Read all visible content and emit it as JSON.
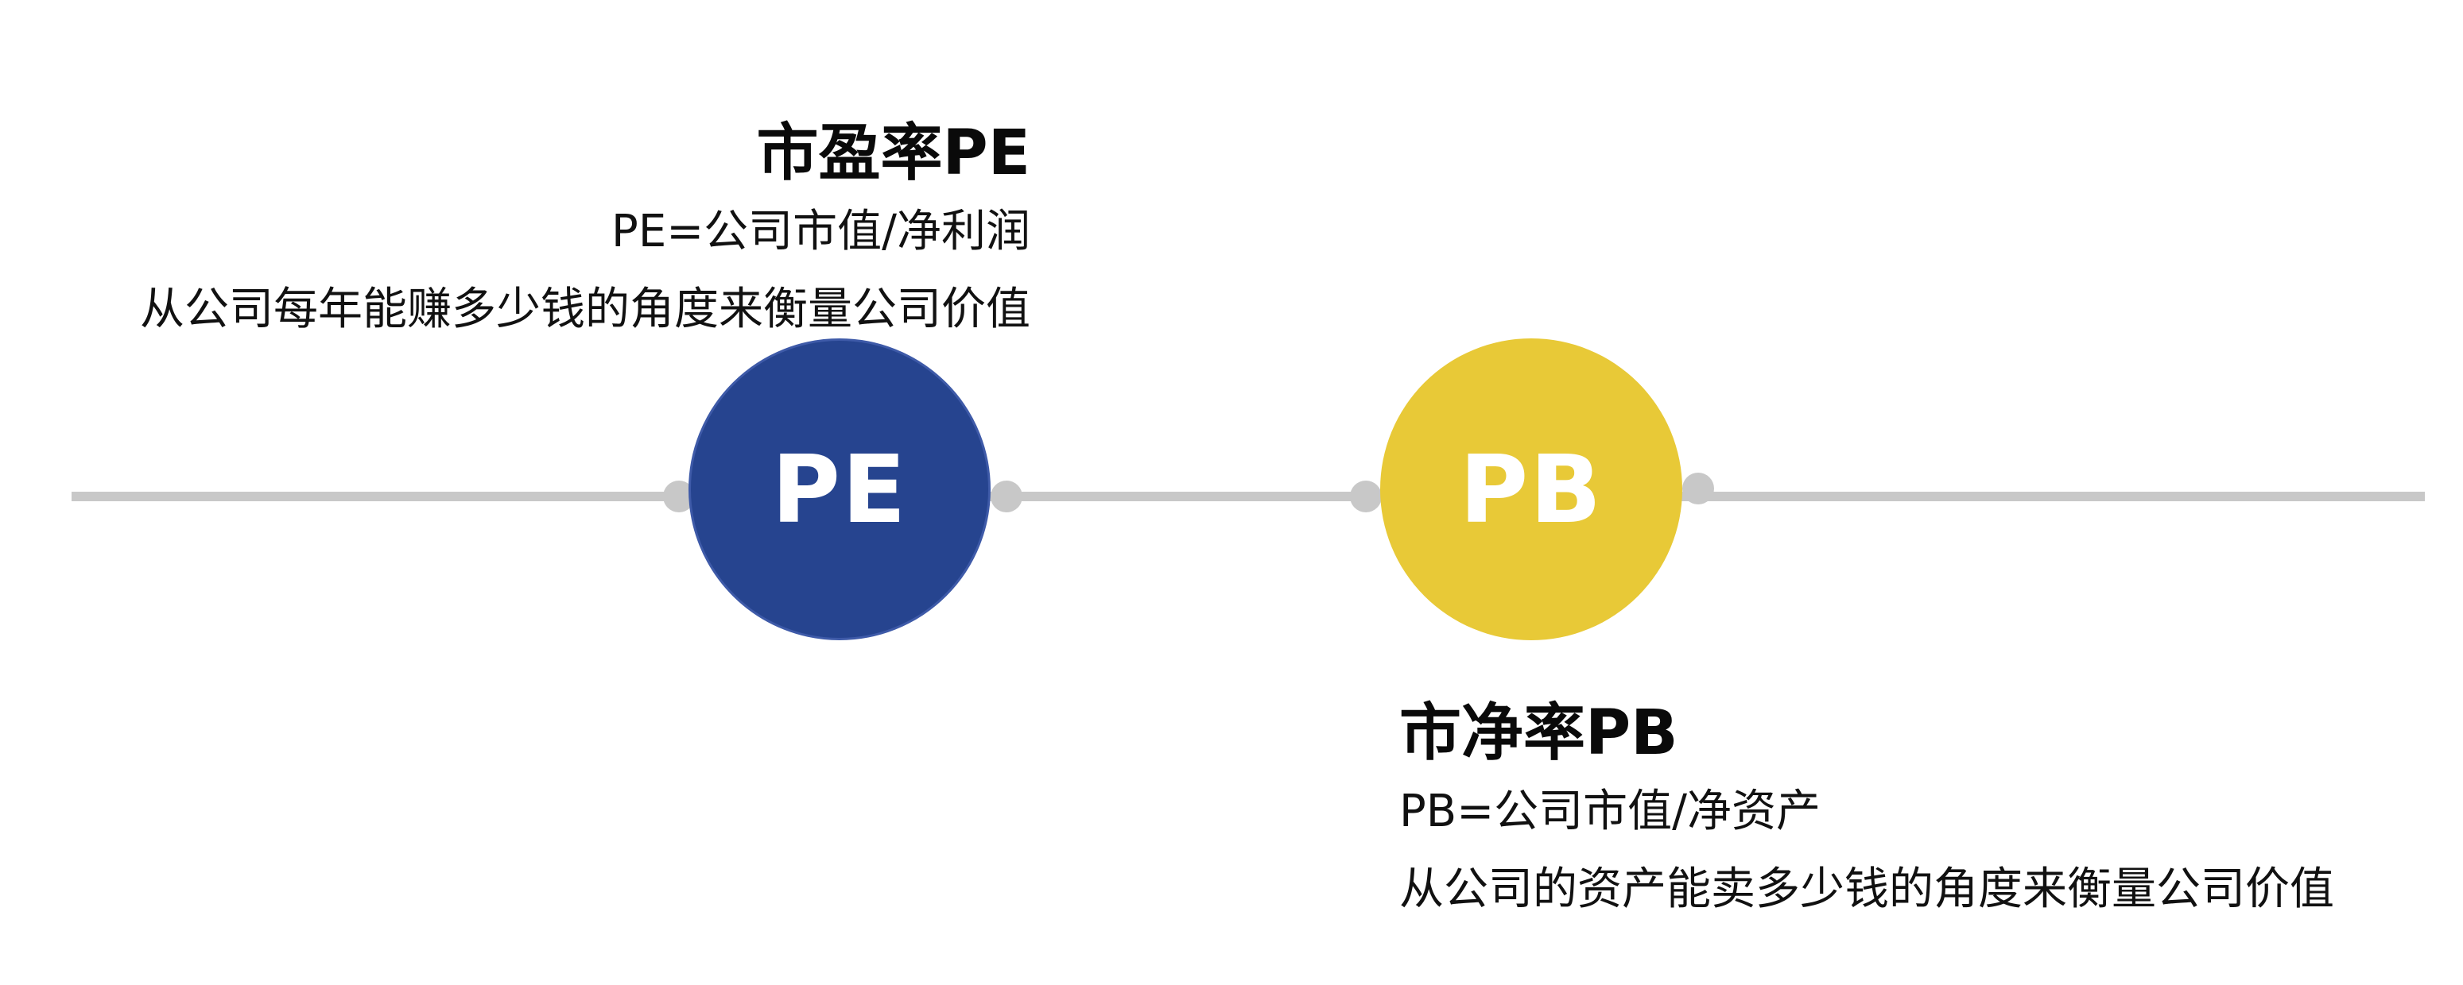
{
  "colors": {
    "line": "#c8c8c8",
    "pe_circle": "#26448f",
    "pb_circle": "#e8c937",
    "circle_text": "#ffffff"
  },
  "pe": {
    "circle_label": "PE",
    "title": "市盈率PE",
    "formula": "PE=公司市值/净利润",
    "description": "从公司每年能赚多少钱的角度来衡量公司价值"
  },
  "pb": {
    "circle_label": "PB",
    "title": "市净率PB",
    "formula": "PB=公司市值/净资产",
    "description": "从公司的资产能卖多少钱的角度来衡量公司价值"
  }
}
